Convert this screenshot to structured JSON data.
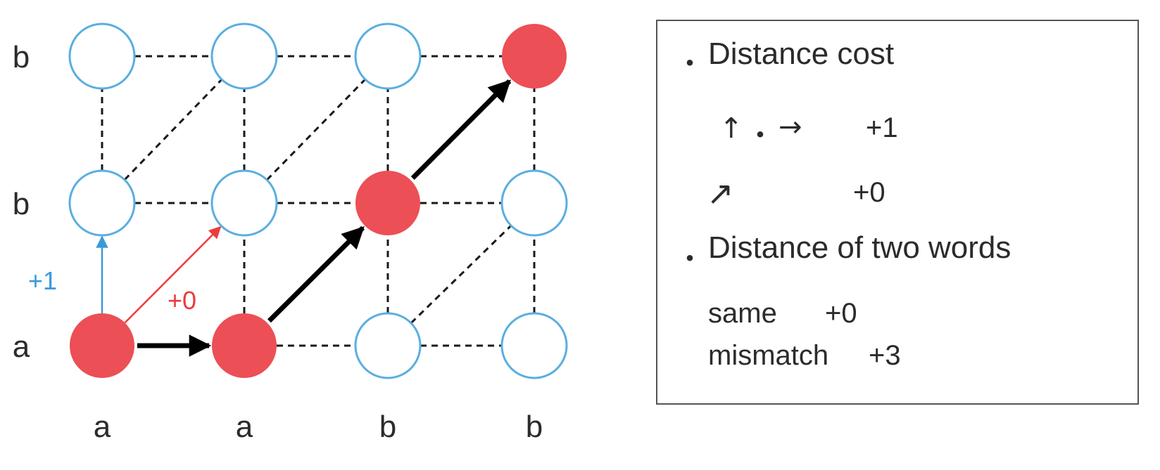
{
  "grid": {
    "x_labels": [
      "a",
      "a",
      "b",
      "b"
    ],
    "y_labels": [
      "a",
      "b",
      "b"
    ],
    "nodes": [
      {
        "col": 0,
        "row": 0,
        "on_path": true
      },
      {
        "col": 1,
        "row": 0,
        "on_path": true
      },
      {
        "col": 2,
        "row": 0,
        "on_path": false
      },
      {
        "col": 3,
        "row": 0,
        "on_path": false
      },
      {
        "col": 0,
        "row": 1,
        "on_path": false
      },
      {
        "col": 1,
        "row": 1,
        "on_path": false
      },
      {
        "col": 2,
        "row": 1,
        "on_path": true
      },
      {
        "col": 3,
        "row": 1,
        "on_path": false
      },
      {
        "col": 0,
        "row": 2,
        "on_path": false
      },
      {
        "col": 1,
        "row": 2,
        "on_path": false
      },
      {
        "col": 2,
        "row": 2,
        "on_path": false
      },
      {
        "col": 3,
        "row": 2,
        "on_path": true
      }
    ],
    "dashed_edges": [
      [
        [
          1,
          0
        ],
        [
          2,
          0
        ]
      ],
      [
        [
          2,
          0
        ],
        [
          3,
          0
        ]
      ],
      [
        [
          0,
          1
        ],
        [
          1,
          1
        ]
      ],
      [
        [
          1,
          1
        ],
        [
          2,
          1
        ]
      ],
      [
        [
          2,
          1
        ],
        [
          3,
          1
        ]
      ],
      [
        [
          0,
          2
        ],
        [
          1,
          2
        ]
      ],
      [
        [
          1,
          2
        ],
        [
          2,
          2
        ]
      ],
      [
        [
          2,
          2
        ],
        [
          3,
          2
        ]
      ],
      [
        [
          1,
          0
        ],
        [
          1,
          1
        ]
      ],
      [
        [
          2,
          0
        ],
        [
          2,
          1
        ]
      ],
      [
        [
          3,
          0
        ],
        [
          3,
          1
        ]
      ],
      [
        [
          0,
          1
        ],
        [
          0,
          2
        ]
      ],
      [
        [
          1,
          1
        ],
        [
          1,
          2
        ]
      ],
      [
        [
          2,
          1
        ],
        [
          2,
          2
        ]
      ],
      [
        [
          3,
          1
        ],
        [
          3,
          2
        ]
      ],
      [
        [
          2,
          0
        ],
        [
          3,
          1
        ]
      ],
      [
        [
          0,
          1
        ],
        [
          1,
          2
        ]
      ],
      [
        [
          1,
          1
        ],
        [
          2,
          2
        ]
      ]
    ],
    "path": [
      [
        0,
        0
      ],
      [
        1,
        0
      ],
      [
        2,
        1
      ],
      [
        3,
        2
      ]
    ],
    "example_up": {
      "from": [
        0,
        0
      ],
      "to": [
        0,
        1
      ],
      "label": "+1"
    },
    "example_diag": {
      "from": [
        0,
        0
      ],
      "to": [
        1,
        1
      ],
      "label": "+0"
    }
  },
  "legend": {
    "bullet": "・",
    "distance_cost_title": "Distance cost",
    "up_arrow": "↑",
    "separator": "・",
    "right_arrow": "→",
    "straight_cost": "+1",
    "diag_arrow": "↗",
    "diag_cost": "+0",
    "two_words_title": "Distance of two words",
    "same_label": "same",
    "same_cost": "+0",
    "mismatch_label": "mismatch",
    "mismatch_cost": "+3"
  },
  "colors": {
    "path_node": "#ec4f55",
    "empty_node_stroke": "#5aaee0",
    "up_example": "#3a9ad9",
    "diag_example": "#ec3b3b",
    "path_arrow": "#000000"
  }
}
